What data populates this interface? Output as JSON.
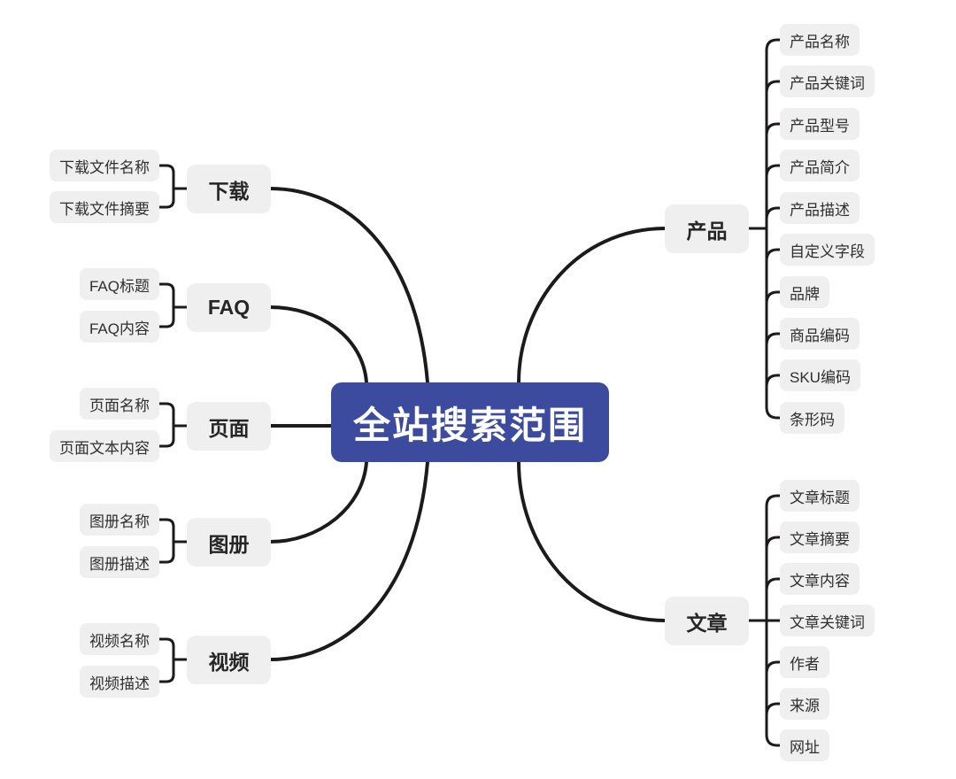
{
  "page": {
    "background_color": "#ffffff",
    "edge_color": "#1c1a1a",
    "node_background_color": "#efefef",
    "root_background_color": "#3d4b9e",
    "root_text_color": "#ffffff"
  },
  "mindmap": {
    "root": "全站搜索范围",
    "left_branches": [
      {
        "label": "下载",
        "children": [
          "下载文件名称",
          "下载文件摘要"
        ]
      },
      {
        "label": "FAQ",
        "children": [
          "FAQ标题",
          "FAQ内容"
        ]
      },
      {
        "label": "页面",
        "children": [
          "页面名称",
          "页面文本内容"
        ]
      },
      {
        "label": "图册",
        "children": [
          "图册名称",
          "图册描述"
        ]
      },
      {
        "label": "视频",
        "children": [
          "视频名称",
          "视频描述"
        ]
      }
    ],
    "right_branches": [
      {
        "label": "产品",
        "children": [
          "产品名称",
          "产品关键词",
          "产品型号",
          "产品简介",
          "产品描述",
          "自定义字段",
          "品牌",
          "商品编码",
          "SKU编码",
          "条形码"
        ]
      },
      {
        "label": "文章",
        "children": [
          "文章标题",
          "文章摘要",
          "文章内容",
          "文章关键词",
          "作者",
          "来源",
          "网址"
        ]
      }
    ]
  }
}
